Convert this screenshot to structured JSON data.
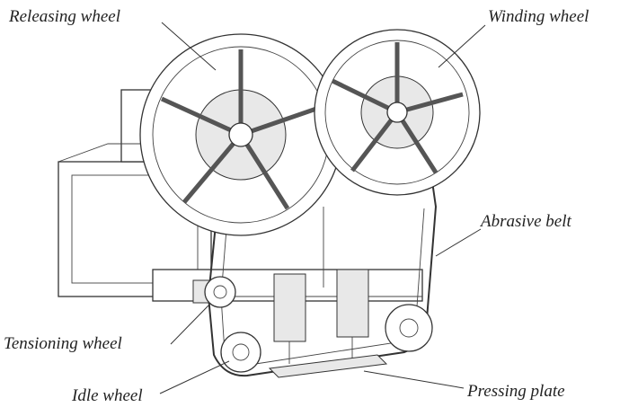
{
  "labels": {
    "releasing_wheel": "Releasing wheel",
    "winding_wheel": "Winding wheel",
    "abrasive_belt": "Abrasive belt",
    "tensioning_wheel": "Tensioning wheel",
    "idle_wheel": "Idle wheel",
    "pressing_plate": "Pressing plate"
  }
}
